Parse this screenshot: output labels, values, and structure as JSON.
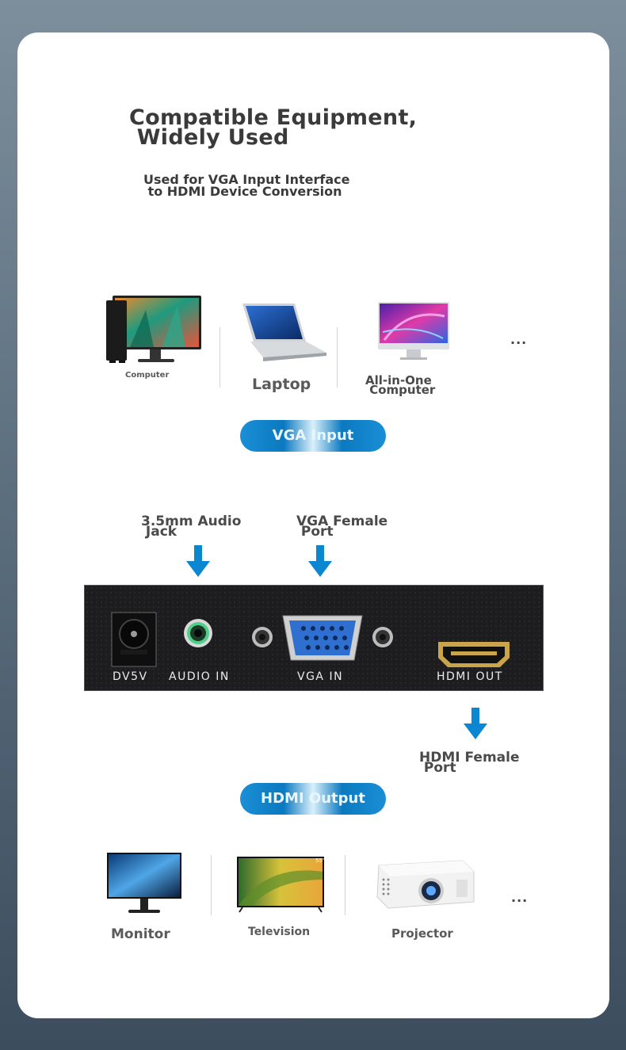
{
  "header": {
    "title_line1": "Compatible Equipment,",
    "title_line2": " Widely Used",
    "subtitle_line1": "Used for VGA Input Interface",
    "subtitle_line2": " to HDMI Device Conversion"
  },
  "input_devices": [
    {
      "label": "Computer",
      "icon": "desktop-computer-icon"
    },
    {
      "label": "Laptop",
      "icon": "laptop-icon"
    },
    {
      "label_line1": "All-in-One",
      "label_line2": " Computer",
      "icon": "all-in-one-computer-icon"
    }
  ],
  "more": "...",
  "vga_input_pill": "VGA Input",
  "callouts": {
    "audio_line1": "3.5mm Audio",
    "audio_line2": " Jack",
    "vga_line1": "VGA Female",
    "vga_line2": " Port",
    "hdmi_line1": "HDMI Female",
    "hdmi_line2": " Port"
  },
  "device_ports": {
    "dc": "DV5V",
    "audio": "AUDIO IN",
    "vga": "VGA IN",
    "hdmi": "HDMI OUT"
  },
  "hdmi_output_pill": "HDMI Output",
  "output_devices": [
    {
      "label": "Monitor",
      "icon": "monitor-icon"
    },
    {
      "label": "Television",
      "icon": "television-icon",
      "badge": "55\""
    },
    {
      "label": "Projector",
      "icon": "projector-icon"
    }
  ],
  "colors": {
    "accent": "#0b86d0",
    "text": "#3a3a3a"
  }
}
